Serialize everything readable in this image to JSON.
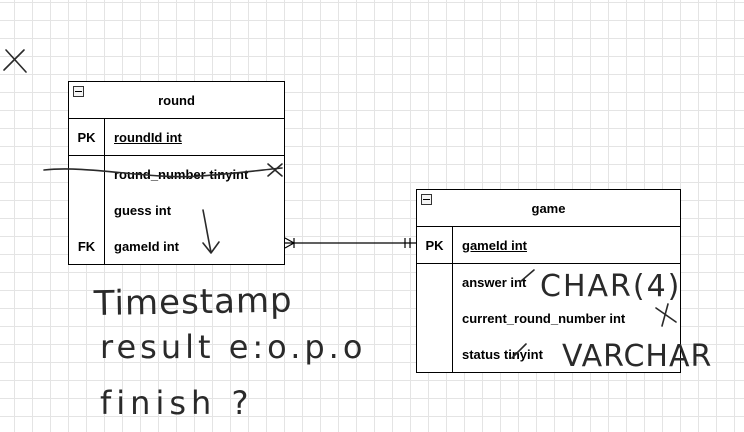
{
  "entities": {
    "round": {
      "title": "round",
      "pk": {
        "key": "PK",
        "field": "roundId int"
      },
      "attributes": [
        {
          "key": "",
          "field": "round_number tinyint"
        },
        {
          "key": "",
          "field": "guess int"
        },
        {
          "key": "FK",
          "field": "gameId int"
        }
      ]
    },
    "game": {
      "title": "game",
      "pk": {
        "key": "PK",
        "field": "gameId int"
      },
      "attributes": [
        {
          "key": "",
          "field": "answer int"
        },
        {
          "key": "",
          "field": "current_round_number int"
        },
        {
          "key": "",
          "field": "status tinyint"
        }
      ]
    }
  },
  "relationship": {
    "from": "round.gameId",
    "to": "game.gameId",
    "from_end": "many",
    "to_end": "one-and-only-one"
  },
  "handwriting": {
    "color": "#2a2a2a",
    "notes": [
      {
        "text": "Timestamp"
      },
      {
        "text": "result e:o.p.o"
      },
      {
        "text": "finish ?"
      },
      {
        "text": "CHAR(4)"
      },
      {
        "text": "VARCHAR"
      }
    ]
  }
}
